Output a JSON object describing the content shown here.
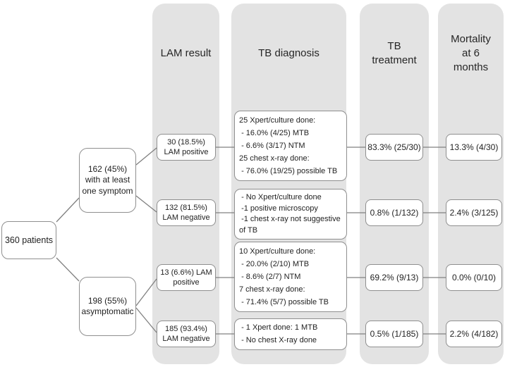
{
  "figure": {
    "root_label": "360 patients",
    "columns": [
      {
        "label": "LAM result"
      },
      {
        "label": "TB diagnosis"
      },
      {
        "label": "TB\ntreatment"
      },
      {
        "label": "Mortality\nat 6\nmonths"
      }
    ],
    "groups": [
      {
        "label": "162 (45%)\nwith at least\none symptom",
        "rows": [
          {
            "lam": "30 (18.5%)\nLAM positive",
            "diagnosis": [
              "25 Xpert/culture done:",
              " - 16.0% (4/25) MTB",
              " - 6.6% (3/17) NTM",
              "25 chest x-ray done:",
              " - 76.0% (19/25) possible TB"
            ],
            "treatment": "83.3% (25/30)",
            "mortality": "13.3% (4/30)"
          },
          {
            "lam": "132 (81.5%)\nLAM negative",
            "diagnosis": [
              " - No Xpert/culture done",
              " -1 positive microscopy",
              " -1 chest x-ray not suggestive\nof TB"
            ],
            "treatment": "0.8% (1/132)",
            "mortality": "2.4% (3/125)"
          }
        ]
      },
      {
        "label": "198 (55%)\nasymptomatic",
        "rows": [
          {
            "lam": "13 (6.6%) LAM\npositive",
            "diagnosis": [
              "10 Xpert/culture done:",
              " - 20.0% (2/10) MTB",
              " - 8.6% (2/7) NTM",
              "7 chest x-ray done:",
              " - 71.4% (5/7) possible TB"
            ],
            "treatment": "69.2% (9/13)",
            "mortality": "0.0% (0/10)"
          },
          {
            "lam": "185 (93.4%)\nLAM negative",
            "diagnosis": [
              " - 1 Xpert done: 1 MTB",
              " - No chest X-ray done"
            ],
            "treatment": "0.5% (1/185)",
            "mortality": "2.2% (4/182)"
          }
        ]
      }
    ]
  }
}
